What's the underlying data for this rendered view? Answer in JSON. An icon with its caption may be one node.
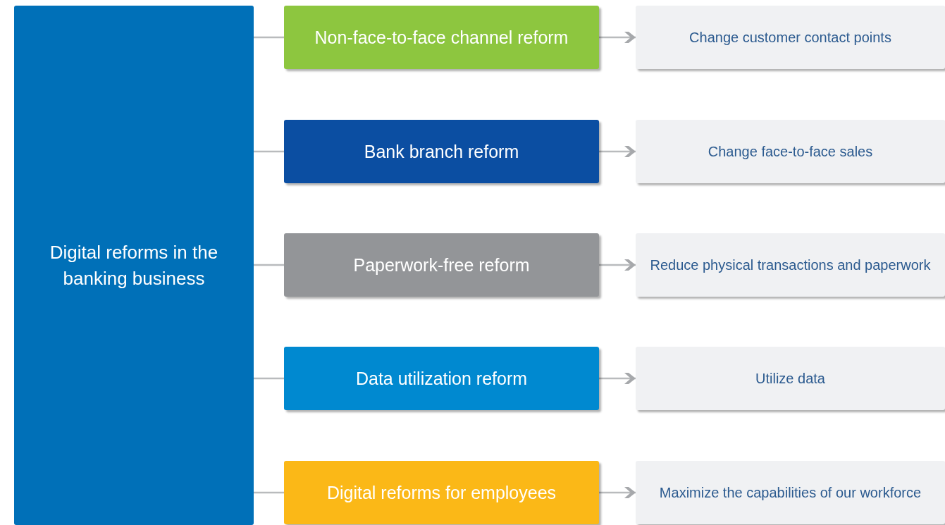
{
  "diagram": {
    "nodes": [
      {
        "text": [
          "Digital reforms in the banking business"
        ]
      },
      {
        "text": [
          "Non-face-to-face channel reform"
        ]
      },
      {
        "text": [
          "Bank branch reform"
        ]
      },
      {
        "text": [
          "Paperwork-free reform"
        ]
      },
      {
        "text": [
          "Data utilization reform"
        ]
      },
      {
        "text": [
          "Digital reforms for employees"
        ]
      },
      {
        "text": [
          "Change customer contact points"
        ]
      },
      {
        "text": [
          "Change face-to-face sales"
        ]
      },
      {
        "text": [
          "Reduce physical transactions and paperwork"
        ]
      },
      {
        "text": [
          "Utilize data"
        ]
      },
      {
        "text": [
          "Maximize the capabilities of our workforce"
        ]
      }
    ],
    "edges": [
      {
        "from": 0,
        "to": 1,
        "arrow": "none"
      },
      {
        "from": 0,
        "to": 2,
        "arrow": "none"
      },
      {
        "from": 0,
        "to": 3,
        "arrow": "none"
      },
      {
        "from": 0,
        "to": 4,
        "arrow": "none"
      },
      {
        "from": 0,
        "to": 5,
        "arrow": "none"
      },
      {
        "from": 1,
        "to": 6,
        "arrow": "to"
      },
      {
        "from": 2,
        "to": 7,
        "arrow": "to"
      },
      {
        "from": 3,
        "to": 8,
        "arrow": "to"
      },
      {
        "from": 4,
        "to": 9,
        "arrow": "to"
      },
      {
        "from": 5,
        "to": 10,
        "arrow": "to"
      }
    ]
  }
}
